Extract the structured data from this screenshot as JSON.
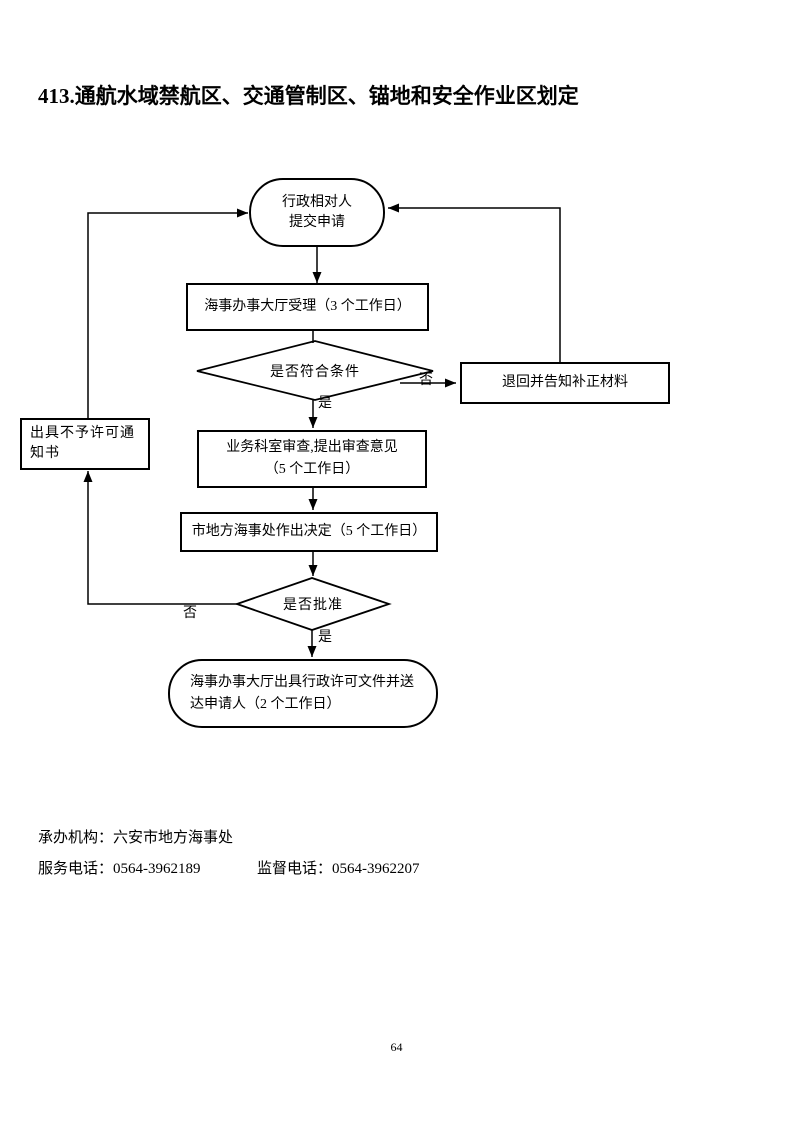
{
  "page": {
    "title": "413.通航水域禁航区、交通管制区、锚地和安全作业区划定",
    "page_number": "64"
  },
  "flowchart": {
    "start": {
      "line1": "行政相对人",
      "line2": "提交申请"
    },
    "accept": {
      "label": "海事办事大厅受理（3 个工作日）"
    },
    "condition": {
      "label": "是否符合条件"
    },
    "return_materials": {
      "label": "退回并告知补正材料"
    },
    "review": {
      "line1": "业务科室审查,提出审查意见",
      "line2": "（5 个工作日）"
    },
    "decision": {
      "label": "市地方海事处作出决定（5 个工作日）"
    },
    "approval": {
      "label": "是否批准"
    },
    "reject": {
      "label": "出具不予许可通知书"
    },
    "deliver": {
      "label": "海事办事大厅出具行政许可文件并送达申请人（2 个工作日）"
    },
    "edge_yes": "是",
    "edge_no": "否",
    "line_color": "#000000"
  },
  "footer": {
    "agency": "承办机构：六安市地方海事处",
    "service_phone": "服务电话：0564-3962189",
    "supervision_phone": "监督电话：0564-3962207"
  }
}
